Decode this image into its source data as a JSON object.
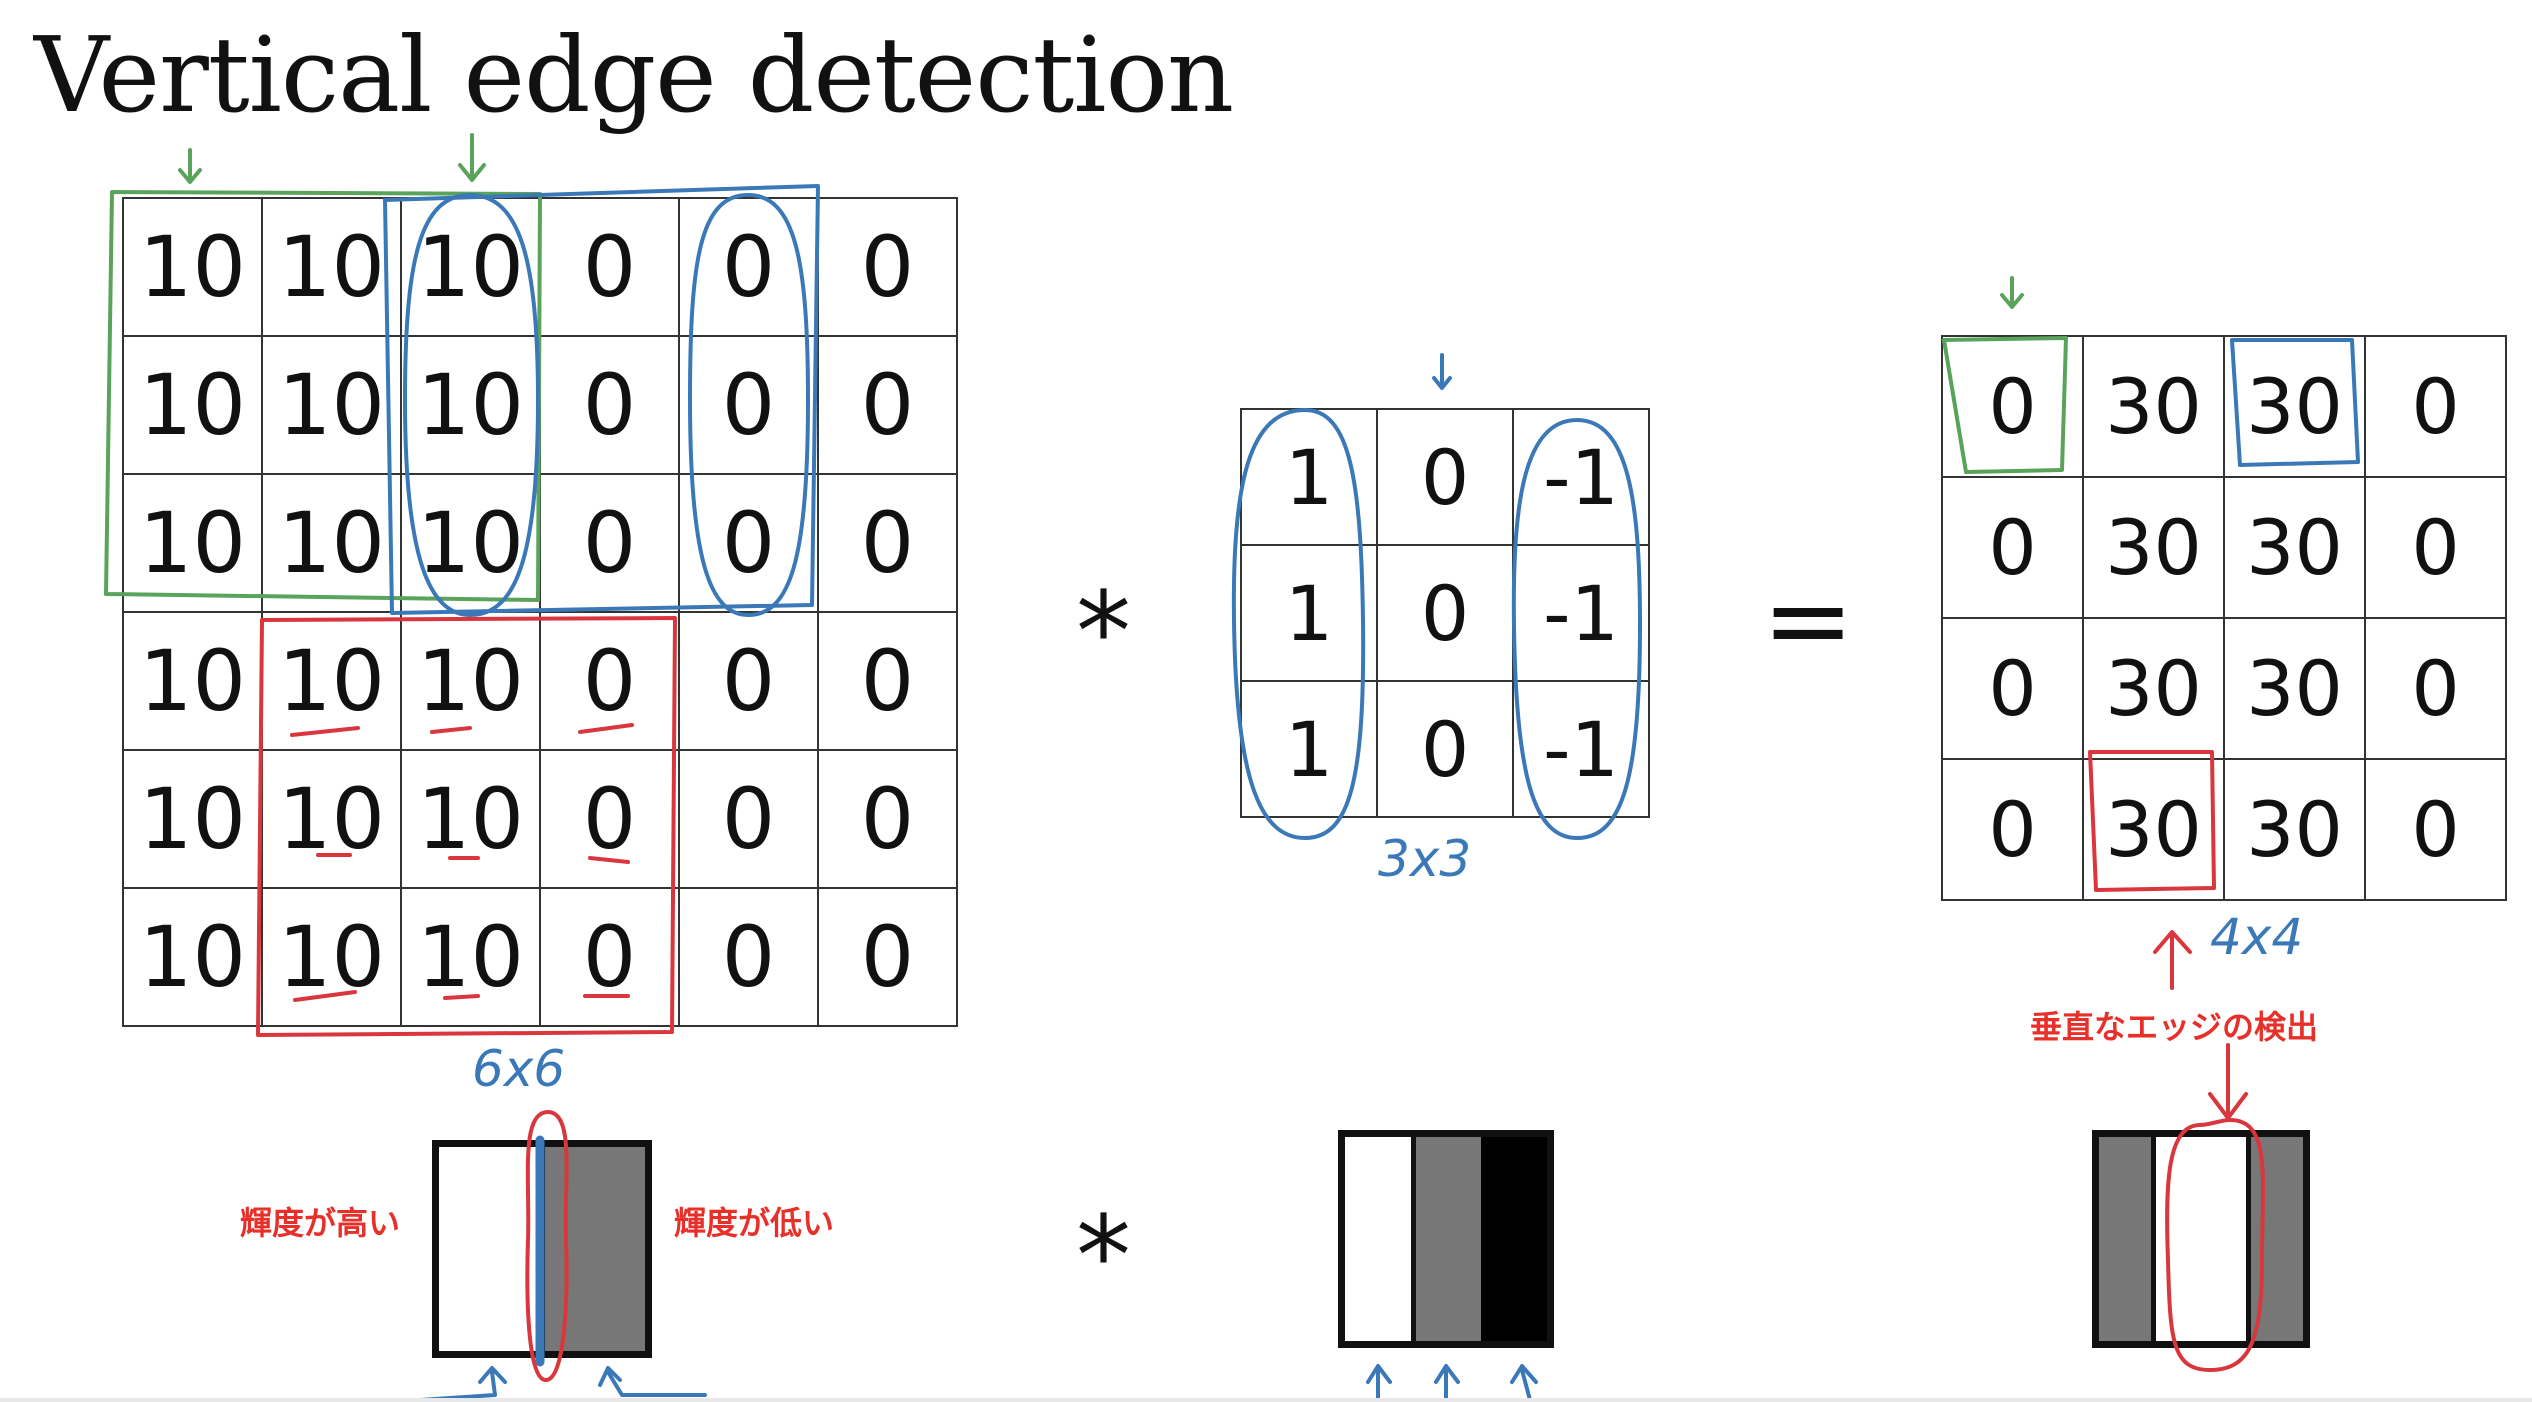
{
  "title": "Vertical edge detection",
  "input_matrix": {
    "size_label": "6x6",
    "rows": [
      [
        "10",
        "10",
        "10",
        "0",
        "0",
        "0"
      ],
      [
        "10",
        "10",
        "10",
        "0",
        "0",
        "0"
      ],
      [
        "10",
        "10",
        "10",
        "0",
        "0",
        "0"
      ],
      [
        "10",
        "10",
        "10",
        "0",
        "0",
        "0"
      ],
      [
        "10",
        "10",
        "10",
        "0",
        "0",
        "0"
      ],
      [
        "10",
        "10",
        "10",
        "0",
        "0",
        "0"
      ]
    ]
  },
  "operator_convolve": "*",
  "filter_matrix": {
    "size_label": "3x3",
    "rows": [
      [
        "1",
        "0",
        "-1"
      ],
      [
        "1",
        "0",
        "-1"
      ],
      [
        "1",
        "0",
        "-1"
      ]
    ]
  },
  "operator_equals": "=",
  "output_matrix": {
    "size_label": "4x4",
    "rows": [
      [
        "0",
        "30",
        "30",
        "0"
      ],
      [
        "0",
        "30",
        "30",
        "0"
      ],
      [
        "0",
        "30",
        "30",
        "0"
      ],
      [
        "0",
        "30",
        "30",
        "0"
      ]
    ]
  },
  "annotations": {
    "output_caption": "垂直なエッジの検出",
    "high_brightness": "輝度が高い",
    "low_brightness": "輝度が低い"
  },
  "bottom_operator": "*",
  "images": {
    "input_bands": [
      "#ffffff",
      "#777777"
    ],
    "filter_bands": [
      "#ffffff",
      "#777777",
      "#000000"
    ],
    "output_bands": [
      "#777777",
      "#ffffff",
      "#777777"
    ]
  },
  "ink_colors": {
    "green": "#5aa35a",
    "blue": "#3a78b8",
    "red": "#d9363e"
  }
}
